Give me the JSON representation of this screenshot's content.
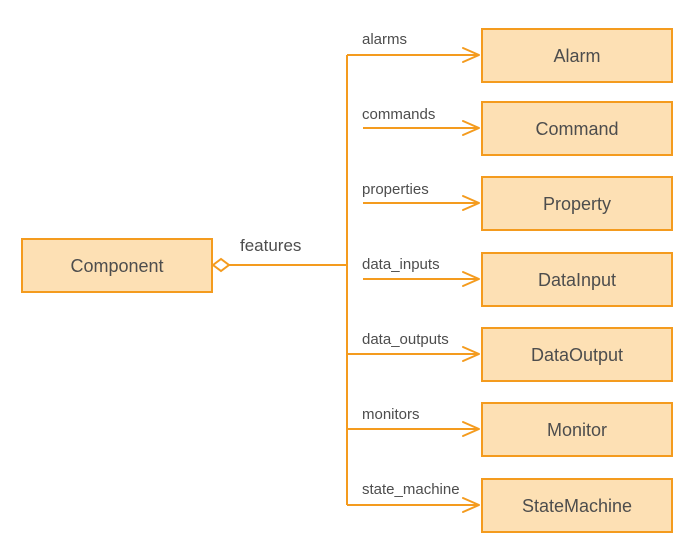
{
  "diagram": {
    "source": {
      "label": "Component"
    },
    "aggregation_label": "features",
    "targets": [
      {
        "edge_label": "alarms",
        "label": "Alarm"
      },
      {
        "edge_label": "commands",
        "label": "Command"
      },
      {
        "edge_label": "properties",
        "label": "Property"
      },
      {
        "edge_label": "data_inputs",
        "label": "DataInput"
      },
      {
        "edge_label": "data_outputs",
        "label": "DataOutput"
      },
      {
        "edge_label": "monitors",
        "label": "Monitor"
      },
      {
        "edge_label": "state_machine",
        "label": "StateMachine"
      }
    ],
    "colors": {
      "stroke": "#f49b1e",
      "fill": "#fde0b4",
      "text": "#4d4d4d"
    }
  }
}
